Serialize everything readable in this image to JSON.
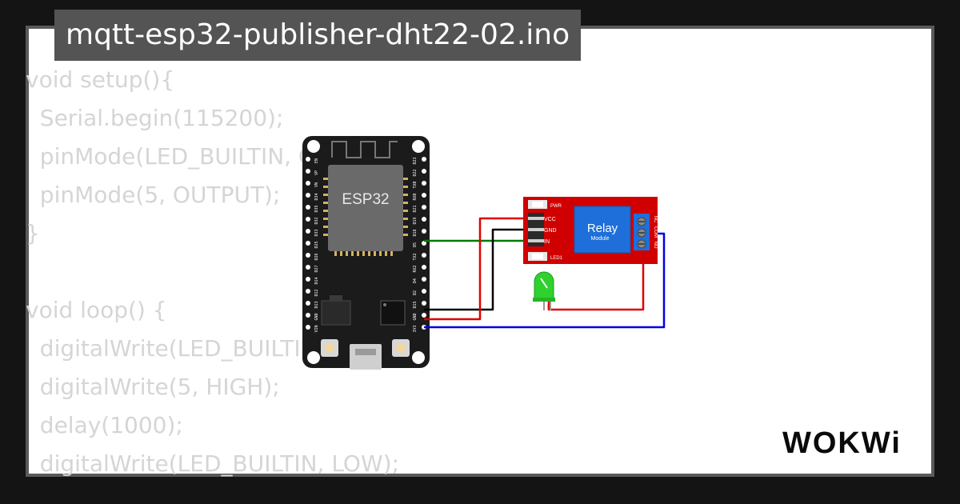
{
  "project": {
    "filename": "mqtt-esp32-publisher-dht22-02.ino"
  },
  "code_lines": [
    "void setup(){",
    "  Serial.begin(115200);",
    "  pinMode(LED_BUILTIN, OUTPUT);",
    "  pinMode(5, OUTPUT);",
    "}",
    "",
    "void loop() {",
    "  digitalWrite(LED_BUILTIN, HIGH);",
    "  digitalWrite(5, HIGH);",
    "  delay(1000);",
    "  digitalWrite(LED_BUILTIN, LOW);"
  ],
  "esp32": {
    "chip_label": "ESP32",
    "left_pins": [
      "EN",
      "VP",
      "VN",
      "D34",
      "D35",
      "D32",
      "D33",
      "D25",
      "D26",
      "D27",
      "D14",
      "D12",
      "D13",
      "GND",
      "VIN"
    ],
    "right_pins": [
      "D23",
      "D22",
      "TX0",
      "RX0",
      "D21",
      "D19",
      "D18",
      "D5",
      "TX2",
      "RX2",
      "D4",
      "D2",
      "D15",
      "GND",
      "3V3"
    ]
  },
  "relay": {
    "title": "Relay",
    "subtitle": "Module",
    "pwr_label": "PWR",
    "led_label": "LED1",
    "input_pins": [
      "VCC",
      "GND",
      "IN"
    ],
    "output_pins": [
      "NC",
      "COM",
      "NO"
    ],
    "color": "#d10000"
  },
  "led": {
    "color": "#2fd12f"
  },
  "wires": {
    "signal_color": "#007a00",
    "power_color": "#e00000",
    "ground_color": "#000000",
    "switch_color": "#0000e0"
  },
  "logo": {
    "text": "WOKWi"
  }
}
